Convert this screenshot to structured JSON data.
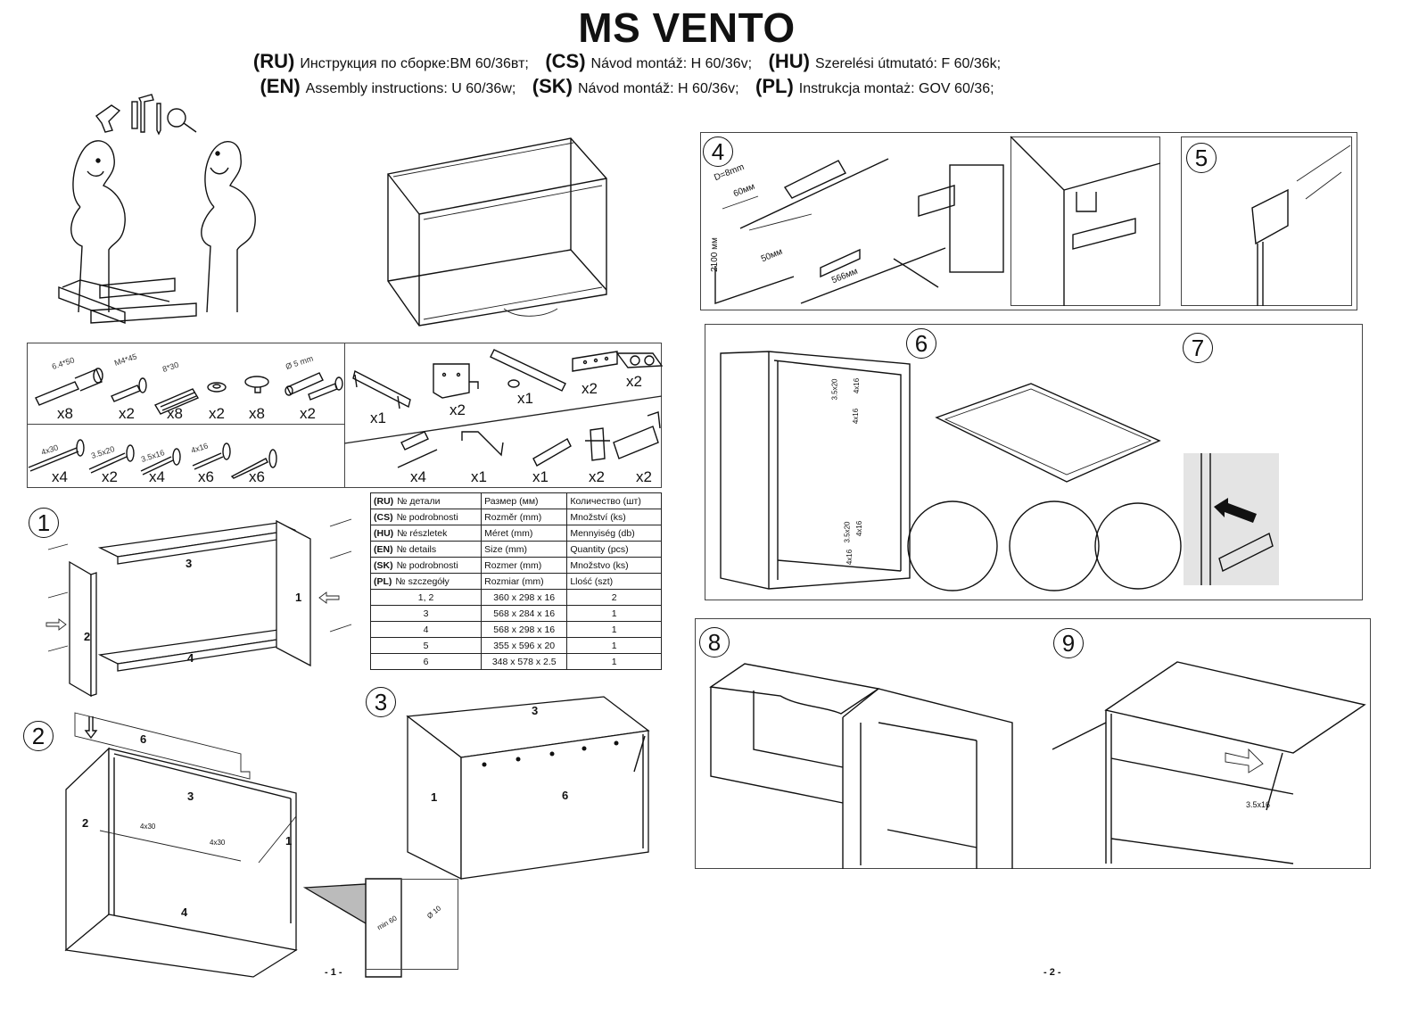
{
  "header": {
    "title": "MS VENTO",
    "instructions_row1": [
      {
        "code": "(RU)",
        "text": "Инструкция по сборке:ВМ 60/36вт;"
      },
      {
        "code": "(CS)",
        "text": "Návod montáž: H 60/36v;"
      },
      {
        "code": "(HU)",
        "text": "Szerelési útmutató: F 60/36k;"
      }
    ],
    "instructions_row2": [
      {
        "code": "(EN)",
        "text": "Assembly instructions: U 60/36w;"
      },
      {
        "code": "(SK)",
        "text": "Návod montáž: H 60/36v;"
      },
      {
        "code": "(PL)",
        "text": "Instrukcja montaż: GOV 60/36;"
      }
    ]
  },
  "hardware": {
    "row1": [
      {
        "spec": "6.4*50",
        "qty": "x8",
        "icon": "confirmat-screw-icon"
      },
      {
        "spec": "M4*45",
        "qty": "x2",
        "icon": "machine-screw-icon"
      },
      {
        "spec": "8*30",
        "qty": "x8",
        "icon": "wood-dowel-icon"
      },
      {
        "spec": "",
        "qty": "x2",
        "icon": "washer-icon"
      },
      {
        "spec": "",
        "qty": "x8",
        "icon": "cap-icon"
      },
      {
        "spec": "Ø 5 mm",
        "qty": "x2",
        "icon": "shelf-pin-icon"
      }
    ],
    "row2": [
      {
        "spec": "4x30",
        "qty": "x4",
        "icon": "wood-screw-icon"
      },
      {
        "spec": "3.5x20",
        "qty": "x2",
        "icon": "wood-screw-icon"
      },
      {
        "spec": "3.5x16",
        "qty": "x4",
        "icon": "wood-screw-icon"
      },
      {
        "spec": "4x16",
        "qty": "x6",
        "icon": "wood-screw-icon"
      },
      {
        "spec": "",
        "qty": "x6",
        "icon": "nail-icon"
      }
    ],
    "right_top": [
      {
        "qty": "x1",
        "icon": "handle-icon"
      },
      {
        "qty": "x2",
        "icon": "hanging-bracket-icon"
      },
      {
        "qty": "x1",
        "icon": "gas-strut-icon"
      },
      {
        "qty": "x2",
        "icon": "mounting-rail-icon"
      },
      {
        "qty": "x2",
        "icon": "felt-pad-icon"
      }
    ],
    "right_bottom": [
      {
        "qty": "x4",
        "icon": "wall-plug-screw-icon"
      },
      {
        "qty": "x1",
        "icon": "allen-key-icon"
      },
      {
        "qty": "x1",
        "icon": "dowel-pin-icon"
      },
      {
        "qty": "x2",
        "icon": "hinge-plate-icon"
      },
      {
        "qty": "x2",
        "icon": "hinge-icon"
      }
    ]
  },
  "parts_table": {
    "header_rows": [
      {
        "lang": "(RU)",
        "detail": "№ детали",
        "size": "Размер  (мм)",
        "qty": "Количество (шт)"
      },
      {
        "lang": "(CS)",
        "detail": "№ podrobnosti",
        "size": "Rozměr (mm)",
        "qty": "Množství (ks)"
      },
      {
        "lang": "(HU)",
        "detail": "№ részletek",
        "size": "Méret (mm)",
        "qty": "Mennyiség (db)"
      },
      {
        "lang": "(EN)",
        "detail": "№ details",
        "size": "Size (mm)",
        "qty": "Quantity  (pcs)"
      },
      {
        "lang": "(SK)",
        "detail": "№ podrobnosti",
        "size": "Rozmer (mm)",
        "qty": "Množstvo (ks)"
      },
      {
        "lang": "(PL)",
        "detail": "№ szczegóły",
        "size": "Rozmiar (mm)",
        "qty": "Llość (szt)"
      }
    ],
    "rows": [
      {
        "part": "1, 2",
        "size": "360 x 298 x 16",
        "qty": "2"
      },
      {
        "part": "3",
        "size": "568 x 284 x 16",
        "qty": "1"
      },
      {
        "part": "4",
        "size": "568 x 298 x 16",
        "qty": "1"
      },
      {
        "part": "5",
        "size": "355 x 596 x 20",
        "qty": "1"
      },
      {
        "part": "6",
        "size": "348 x 578 x 2.5",
        "qty": "1"
      }
    ]
  },
  "steps": {
    "s1": {
      "num": "1",
      "parts": [
        "3",
        "1",
        "2",
        "4"
      ]
    },
    "s2": {
      "num": "2",
      "parts": [
        "6",
        "3",
        "2",
        "1",
        "4"
      ],
      "screw_labels": [
        "4x30",
        "4x30"
      ],
      "detail_dims": [
        "min 60",
        "Ø 10"
      ]
    },
    "s3": {
      "num": "3",
      "parts": [
        "3",
        "1",
        "6"
      ]
    },
    "s4": {
      "num": "4",
      "dims": [
        "D=8mm",
        "60мм",
        "2100 мм",
        "50мм",
        "566мм"
      ]
    },
    "s5": {
      "num": "5"
    },
    "s6": {
      "num": "6",
      "labels": [
        "3.5x20",
        "4x16",
        "4x16",
        "3.5x20",
        "4x16",
        "4x16"
      ]
    },
    "s7": {
      "num": "7"
    },
    "s8": {
      "num": "8"
    },
    "s9": {
      "num": "9",
      "label": "3.5x16"
    }
  },
  "footer": {
    "page1": "- 1 -",
    "page2": "- 2 -"
  }
}
